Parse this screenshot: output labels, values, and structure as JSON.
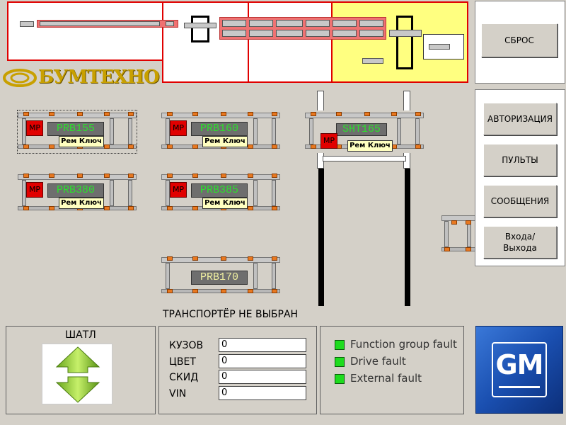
{
  "logo": {
    "text": "БУМТЕХНО",
    "mark": "sd"
  },
  "buttons": {
    "reset": "СБРОС",
    "auth": "АВТОРИЗАЦИЯ",
    "panels": "ПУЛЬТЫ",
    "messages": "СООБЩЕНИЯ",
    "io": "Входа/ Выхода"
  },
  "stations": [
    {
      "id": "PRB155",
      "mp": "MP",
      "key": "Рем Ключ"
    },
    {
      "id": "PRB160",
      "mp": "MP",
      "key": "Рем Ключ"
    },
    {
      "id": "SHT165",
      "mp": "MP",
      "key": "Рем Ключ"
    },
    {
      "id": "PRB380",
      "mp": "MP",
      "key": "Рем Ключ"
    },
    {
      "id": "PRB385",
      "mp": "MP",
      "key": "Рем Ключ"
    },
    {
      "id": "PRB170"
    }
  ],
  "status": "ТРАНСПОРТЁР НЕ ВЫБРАН",
  "shuttle": {
    "title": "ШАТЛ"
  },
  "vehicle": {
    "fields": [
      {
        "label": "КУЗОВ",
        "value": "0"
      },
      {
        "label": "ЦВЕТ",
        "value": "0"
      },
      {
        "label": "СКИД",
        "value": "0"
      },
      {
        "label": "VIN",
        "value": "0"
      }
    ]
  },
  "faults": [
    {
      "label": "Function group fault"
    },
    {
      "label": "Drive fault"
    },
    {
      "label": "External fault"
    }
  ],
  "brand": {
    "text": "GM"
  },
  "colors": {
    "zone_border": "#e00000",
    "yellow_zone": "#ffff80",
    "led_ok": "#1edc1e",
    "station_text": "#2ce02c",
    "logo_gold": "#c8a000"
  }
}
